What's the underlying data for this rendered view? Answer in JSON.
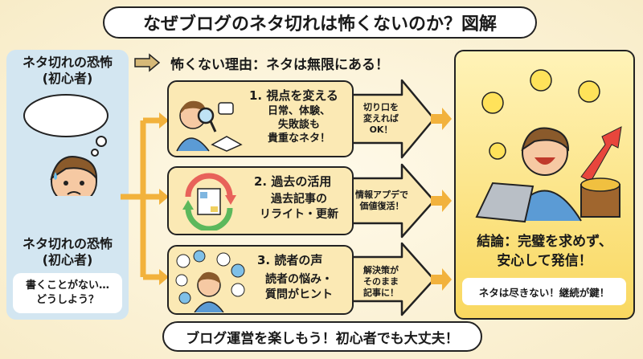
{
  "title": "なぜブログのネタ切れは怖くないのか？図解",
  "left_panel": {
    "heading_top": "ネタ切れの恐怖",
    "heading_top_sub": "(初心者)",
    "heading_bottom": "ネタ切れの恐怖",
    "heading_bottom_sub": "(初心者)",
    "worry_line1": "書くことがない…",
    "worry_line2": "どうしよう？"
  },
  "reason_header": "怖くない理由：ネタは無限にある！",
  "cards": [
    {
      "title": "1. 視点を変える",
      "text": [
        "日常、体験、",
        "失敗談も",
        "貴重なネタ！"
      ],
      "arrow_text": [
        "切り口を",
        "変えれば",
        "OK！"
      ],
      "icon": "magnifier-boy-icon"
    },
    {
      "title": "2. 過去の活用",
      "text": [
        "過去記事の",
        "リライト・更新"
      ],
      "arrow_text": [
        "情報アプデで",
        "価値復活！"
      ],
      "icon": "refresh-article-icon"
    },
    {
      "title": "3. 読者の声",
      "text": [
        "読者の悩み・",
        "質問がヒント"
      ],
      "arrow_text": [
        "解決策が",
        "そのまま",
        "記事に！"
      ],
      "icon": "questions-boy-icon"
    }
  ],
  "conclusion": {
    "line1": "結論：完璧を求めず、",
    "line2": "安心して発信！",
    "note": "ネタは尽きない！継続が鍵！"
  },
  "footer": "ブログ運営を楽しもう！初心者でも大丈夫！",
  "colors": {
    "background": "#f8ecc8",
    "card": "#fbe9b4",
    "left_panel": "#d3e6f1",
    "conclusion": "#f9d860",
    "arrow": "#f2b23c"
  }
}
